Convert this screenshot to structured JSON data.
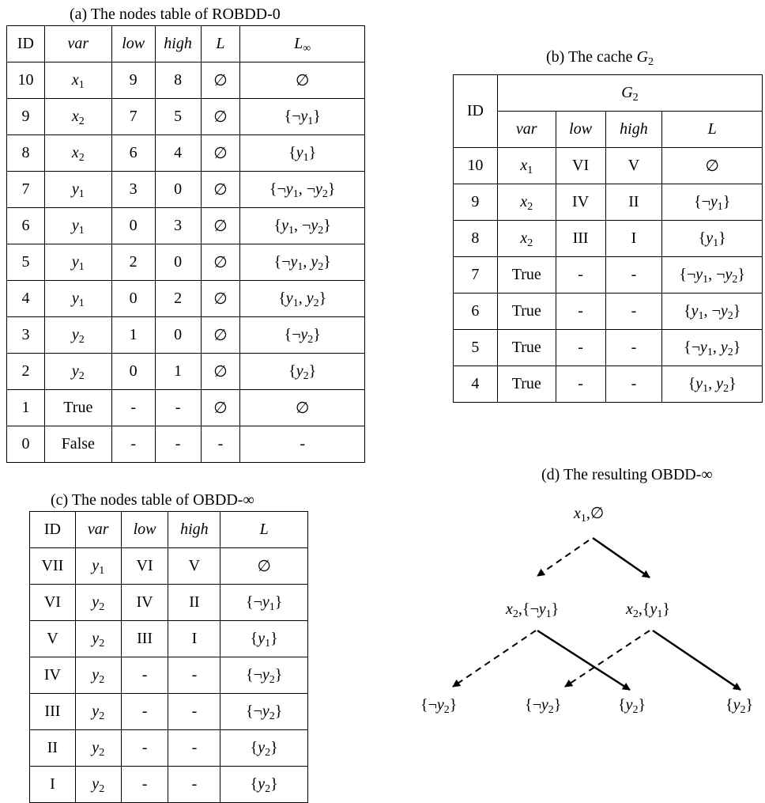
{
  "table_a": {
    "caption": "(a) The nodes table of ROBDD-0",
    "headers": [
      "ID",
      "var",
      "low",
      "high",
      "L",
      "L∞"
    ],
    "rows": [
      [
        "10",
        "x1",
        "9",
        "8",
        "∅",
        "∅"
      ],
      [
        "9",
        "x2",
        "7",
        "5",
        "∅",
        "{¬y1}"
      ],
      [
        "8",
        "x2",
        "6",
        "4",
        "∅",
        "{y1}"
      ],
      [
        "7",
        "y1",
        "3",
        "0",
        "∅",
        "{¬y1, ¬y2}"
      ],
      [
        "6",
        "y1",
        "0",
        "3",
        "∅",
        "{y1, ¬y2}"
      ],
      [
        "5",
        "y1",
        "2",
        "0",
        "∅",
        "{¬y1, y2}"
      ],
      [
        "4",
        "y1",
        "0",
        "2",
        "∅",
        "{y1, y2}"
      ],
      [
        "3",
        "y2",
        "1",
        "0",
        "∅",
        "{¬y2}"
      ],
      [
        "2",
        "y2",
        "0",
        "1",
        "∅",
        "{y2}"
      ],
      [
        "1",
        "True",
        "-",
        "-",
        "∅",
        "∅"
      ],
      [
        "0",
        "False",
        "-",
        "-",
        "-",
        "-"
      ]
    ]
  },
  "table_b": {
    "caption": "(b) The cache G2",
    "group_header": "G2",
    "id_header": "ID",
    "headers": [
      "var",
      "low",
      "high",
      "L"
    ],
    "rows": [
      [
        "10",
        "x1",
        "VI",
        "V",
        "∅"
      ],
      [
        "9",
        "x2",
        "IV",
        "II",
        "{¬y1}"
      ],
      [
        "8",
        "x2",
        "III",
        "I",
        "{y1}"
      ],
      [
        "7",
        "True",
        "-",
        "-",
        "{¬y1, ¬y2}"
      ],
      [
        "6",
        "True",
        "-",
        "-",
        "{y1, ¬y2}"
      ],
      [
        "5",
        "True",
        "-",
        "-",
        "{¬y1, y2}"
      ],
      [
        "4",
        "True",
        "-",
        "-",
        "{y1, y2}"
      ]
    ]
  },
  "table_c": {
    "caption": "(c) The nodes table of OBDD-∞",
    "headers": [
      "ID",
      "var",
      "low",
      "high",
      "L"
    ],
    "rows": [
      [
        "VII",
        "y1",
        "VI",
        "V",
        "∅"
      ],
      [
        "VI",
        "y2",
        "IV",
        "II",
        "{¬y1}"
      ],
      [
        "V",
        "y2",
        "III",
        "I",
        "{y1}"
      ],
      [
        "IV",
        "y2",
        "-",
        "-",
        "{¬y2}"
      ],
      [
        "III",
        "y2",
        "-",
        "-",
        "{¬y2}"
      ],
      [
        "II",
        "y2",
        "-",
        "-",
        "{y2}"
      ],
      [
        "I",
        "y2",
        "-",
        "-",
        "{y2}"
      ]
    ]
  },
  "diagram_d": {
    "caption": "(d) The resulting OBDD-∞",
    "nodes": {
      "root": "x1,∅",
      "left": "x2,{¬y1}",
      "right": "x2,{y1}",
      "leaf1": "{¬y2}",
      "leaf2": "{¬y2}",
      "leaf3": "{y2}",
      "leaf4": "{y2}"
    }
  }
}
